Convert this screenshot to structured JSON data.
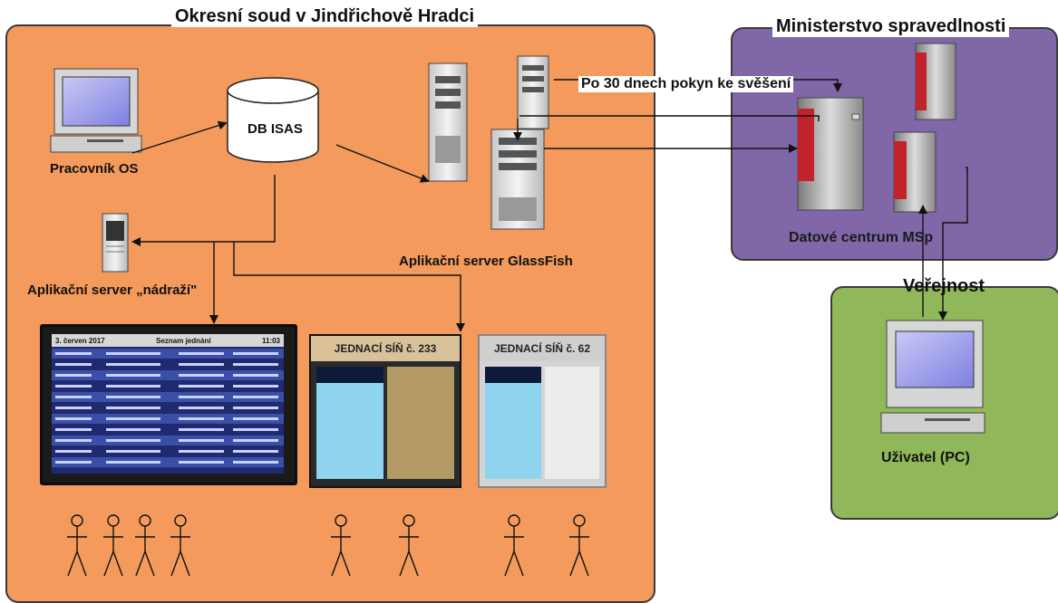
{
  "regions": {
    "court": {
      "title": "Okresní soud v Jindřichově Hradci"
    },
    "ministry": {
      "title": "Ministerstvo spravedlnosti"
    },
    "public": {
      "title": "Veřejnost"
    }
  },
  "labels": {
    "worker": "Pracovník OS",
    "db": "DB ISAS",
    "app_station": "Aplikační server „nádraží\"",
    "app_glassfish": "Aplikační server GlassFish",
    "notice": "Po 30 dnech pokyn ke svěšení",
    "datacenter": "Datové centrum MSp",
    "user": "Uživatel (PC)"
  },
  "displays": {
    "board": {
      "date": "3. červen 2017",
      "heading": "Seznam jednání",
      "time": "11:03"
    },
    "room1": {
      "title": "JEDNACÍ SÍŇ č. 233"
    },
    "room2": {
      "title": "JEDNACÍ SÍŇ č. 62"
    }
  },
  "colors": {
    "court_bg": "#f39a5c",
    "ministry_bg": "#8068a8",
    "public_bg": "#90b85a"
  }
}
